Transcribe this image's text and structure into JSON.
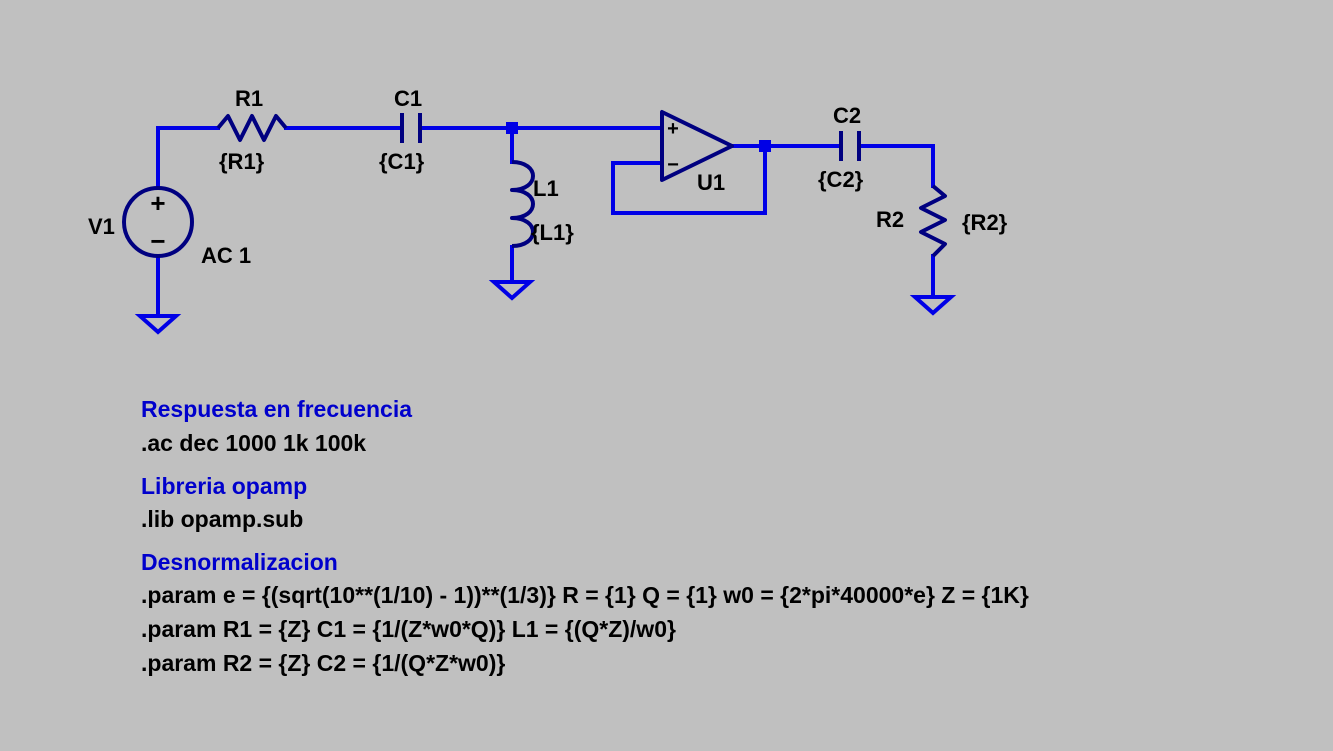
{
  "components": {
    "V1": {
      "name": "V1",
      "value": "AC 1",
      "plus": "+",
      "minus": "−"
    },
    "R1": {
      "name": "R1",
      "value": "{R1}"
    },
    "C1": {
      "name": "C1",
      "value": "{C1}"
    },
    "L1": {
      "name": "L1",
      "value": "{L1}"
    },
    "U1": {
      "name": "U1",
      "plus": "+",
      "minus": "−"
    },
    "C2": {
      "name": "C2",
      "value": "{C2}"
    },
    "R2": {
      "name": "R2",
      "value": "{R2}"
    }
  },
  "notes": [
    {
      "kind": "comment",
      "text": "Respuesta en frecuencia"
    },
    {
      "kind": "directive",
      "text": ".ac dec 1000 1k 100k"
    },
    {
      "kind": "comment",
      "text": "Libreria opamp"
    },
    {
      "kind": "directive",
      "text": ".lib opamp.sub"
    },
    {
      "kind": "comment",
      "text": "Desnormalizacion"
    },
    {
      "kind": "directive",
      "text": ".param e = {(sqrt(10**(1/10) - 1))**(1/3)} R = {1} Q = {1} w0 = {2*pi*40000*e} Z = {1K}"
    },
    {
      "kind": "directive",
      "text": ".param R1 = {Z} C1 = {1/(Z*w0*Q)} L1 = {(Q*Z)/w0}"
    },
    {
      "kind": "directive",
      "text": ".param R2 = {Z} C2 = {1/(Q*Z*w0)}"
    }
  ],
  "colors": {
    "background": "#c0c0c0",
    "wire": "#0000e6",
    "symbol": "#000080",
    "comment": "#0000cc",
    "directive": "#000000"
  }
}
